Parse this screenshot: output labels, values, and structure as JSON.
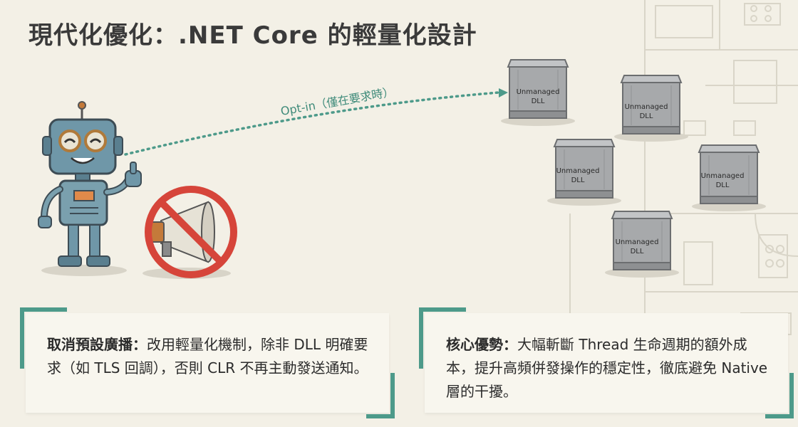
{
  "title": "現代化優化：.NET Core 的輕量化設計",
  "arrow_label": "Opt-in（僅在要求時）",
  "dll_label_line1": "Unmanaged",
  "dll_label_line2": "DLL",
  "cards": [
    {
      "heading": "取消預設廣播：",
      "body": "改用輕量化機制，除非 DLL 明確要求（如 TLS 回調），否則 CLR 不再主動發送通知。"
    },
    {
      "heading": "核心優勢：",
      "body": "大幅斬斷 Thread 生命週期的額外成本，提升高頻併發操作的穩定性，徹底避免 Native 層的干擾。"
    }
  ],
  "colors": {
    "accent": "#4d9a8a",
    "background": "#f3f0e6",
    "forbidden": "#d6453a"
  },
  "icons": [
    "robot-icon",
    "megaphone-icon",
    "prohibited-icon",
    "server-icon"
  ]
}
